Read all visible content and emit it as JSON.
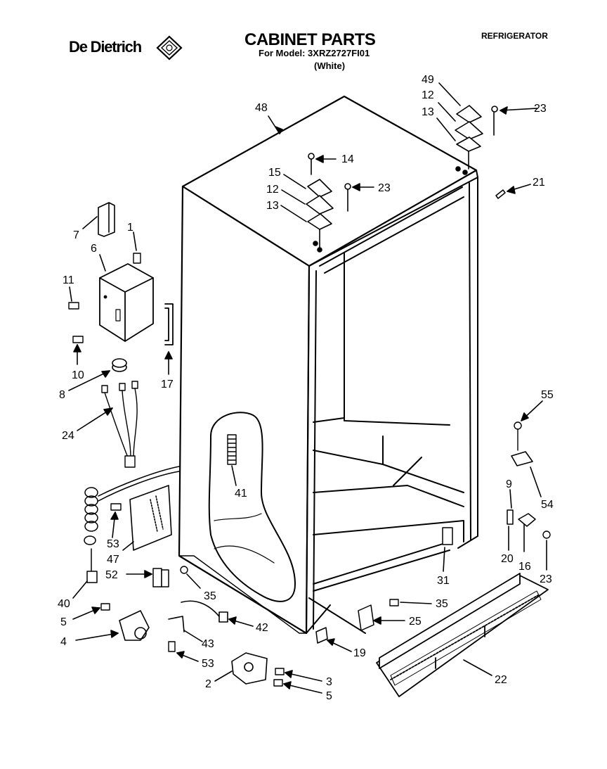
{
  "header": {
    "brand": "De Dietrich",
    "title": "CABINET PARTS",
    "model_line": "For Model: 3XRZ2727FI01",
    "color_line": "(White)",
    "appliance": "REFRIGERATOR"
  },
  "callouts": [
    {
      "id": "c48",
      "label": "48"
    },
    {
      "id": "c49",
      "label": "49"
    },
    {
      "id": "c12a",
      "label": "12"
    },
    {
      "id": "c13a",
      "label": "13"
    },
    {
      "id": "c23a",
      "label": "23"
    },
    {
      "id": "c14",
      "label": "14"
    },
    {
      "id": "c15",
      "label": "15"
    },
    {
      "id": "c23b",
      "label": "23"
    },
    {
      "id": "c12b",
      "label": "12"
    },
    {
      "id": "c13b",
      "label": "13"
    },
    {
      "id": "c21",
      "label": "21"
    },
    {
      "id": "c7",
      "label": "7"
    },
    {
      "id": "c1",
      "label": "1"
    },
    {
      "id": "c6",
      "label": "6"
    },
    {
      "id": "c11",
      "label": "11"
    },
    {
      "id": "c10",
      "label": "10"
    },
    {
      "id": "c17",
      "label": "17"
    },
    {
      "id": "c8",
      "label": "8"
    },
    {
      "id": "c24",
      "label": "24"
    },
    {
      "id": "c41",
      "label": "41"
    },
    {
      "id": "c55",
      "label": "55"
    },
    {
      "id": "c54",
      "label": "54"
    },
    {
      "id": "c9",
      "label": "9"
    },
    {
      "id": "c20",
      "label": "20"
    },
    {
      "id": "c16",
      "label": "16"
    },
    {
      "id": "c23c",
      "label": "23"
    },
    {
      "id": "c31",
      "label": "31"
    },
    {
      "id": "c53a",
      "label": "53"
    },
    {
      "id": "c47",
      "label": "47"
    },
    {
      "id": "c52",
      "label": "52"
    },
    {
      "id": "c35a",
      "label": "35"
    },
    {
      "id": "c40",
      "label": "40"
    },
    {
      "id": "c5a",
      "label": "5"
    },
    {
      "id": "c4",
      "label": "4"
    },
    {
      "id": "c42",
      "label": "42"
    },
    {
      "id": "c43",
      "label": "43"
    },
    {
      "id": "c53b",
      "label": "53"
    },
    {
      "id": "c35b",
      "label": "35"
    },
    {
      "id": "c25",
      "label": "25"
    },
    {
      "id": "c19",
      "label": "19"
    },
    {
      "id": "c2",
      "label": "2"
    },
    {
      "id": "c3",
      "label": "3"
    },
    {
      "id": "c5b",
      "label": "5"
    },
    {
      "id": "c22",
      "label": "22"
    }
  ]
}
